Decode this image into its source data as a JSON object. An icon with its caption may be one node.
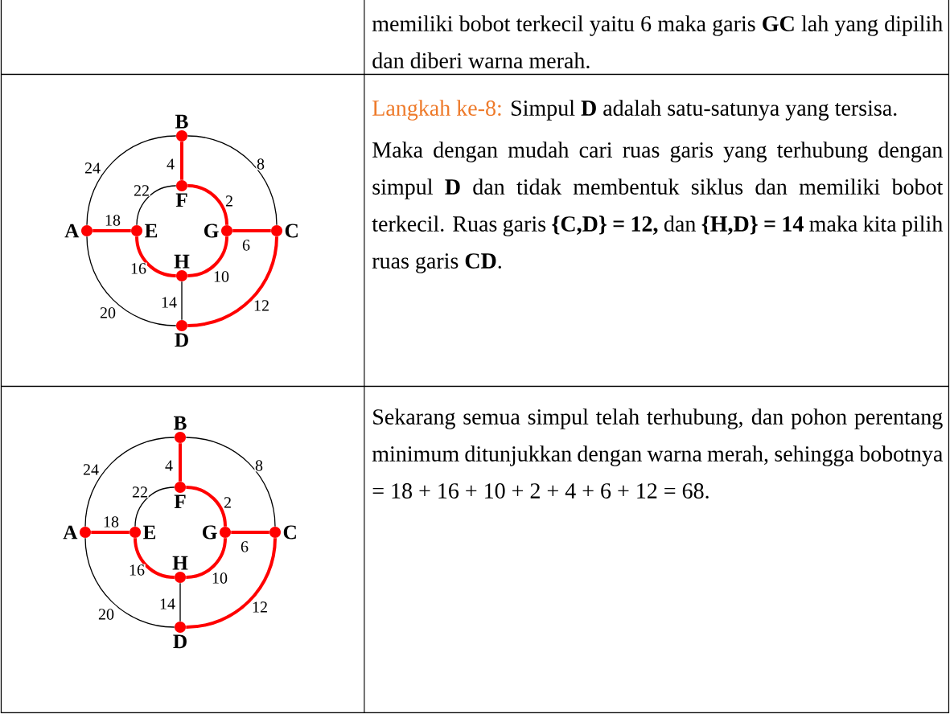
{
  "diagram": {
    "nodes": [
      {
        "text": [
          "A"
        ]
      },
      {
        "text": [
          "B"
        ]
      },
      {
        "text": [
          "C"
        ]
      },
      {
        "text": [
          "D"
        ]
      },
      {
        "text": [
          "E"
        ]
      },
      {
        "text": [
          "F"
        ]
      },
      {
        "text": [
          "G"
        ]
      },
      {
        "text": [
          "H"
        ]
      },
      {
        "text": [
          "A"
        ]
      },
      {
        "text": [
          "B"
        ]
      },
      {
        "text": [
          "C"
        ]
      },
      {
        "text": [
          "D"
        ]
      },
      {
        "text": [
          "E"
        ]
      },
      {
        "text": [
          "F"
        ]
      },
      {
        "text": [
          "G"
        ]
      },
      {
        "text": [
          "H"
        ]
      }
    ],
    "edges": [
      {
        "from": 0,
        "to": 1,
        "arrow": "none",
        "label": "24",
        "color": "#000000"
      },
      {
        "from": 1,
        "to": 2,
        "arrow": "none",
        "label": "8",
        "color": "#000000"
      },
      {
        "from": 2,
        "to": 3,
        "arrow": "none",
        "label": "12"
      },
      {
        "from": 3,
        "to": 0,
        "arrow": "none",
        "label": "20",
        "color": "#000000"
      },
      {
        "from": 4,
        "to": 5,
        "arrow": "none",
        "label": "22",
        "color": "#000000"
      },
      {
        "from": 5,
        "to": 6,
        "arrow": "none",
        "label": "2"
      },
      {
        "from": 6,
        "to": 7,
        "arrow": "none",
        "label": "10"
      },
      {
        "from": 7,
        "to": 4,
        "arrow": "none",
        "label": "16"
      },
      {
        "from": 0,
        "to": 4,
        "arrow": "none",
        "label": "18"
      },
      {
        "from": 1,
        "to": 5,
        "arrow": "none",
        "label": "4"
      },
      {
        "from": 2,
        "to": 6,
        "arrow": "none",
        "label": "6"
      },
      {
        "from": 7,
        "to": 3,
        "arrow": "none",
        "label": "14",
        "color": "#000000"
      },
      {
        "from": 8,
        "to": 9,
        "arrow": "none",
        "label": "24",
        "color": "#000000"
      },
      {
        "from": 9,
        "to": 10,
        "arrow": "none",
        "label": "8",
        "color": "#000000"
      },
      {
        "from": 10,
        "to": 11,
        "arrow": "none",
        "label": "12"
      },
      {
        "from": 11,
        "to": 8,
        "arrow": "none",
        "label": "20",
        "color": "#000000"
      },
      {
        "from": 12,
        "to": 13,
        "arrow": "none",
        "label": "22",
        "color": "#000000"
      },
      {
        "from": 13,
        "to": 14,
        "arrow": "none",
        "label": "2"
      },
      {
        "from": 14,
        "to": 15,
        "arrow": "none",
        "label": "10"
      },
      {
        "from": 15,
        "to": 12,
        "arrow": "none",
        "label": "16"
      },
      {
        "from": 8,
        "to": 12,
        "arrow": "none",
        "label": "18"
      },
      {
        "from": 9,
        "to": 13,
        "arrow": "none",
        "label": "4"
      },
      {
        "from": 10,
        "to": 14,
        "arrow": "none",
        "label": "6"
      },
      {
        "from": 15,
        "to": 11,
        "arrow": "none",
        "label": "14",
        "color": "#000000"
      }
    ],
    "labels": [
      "memiliki bobot terkecil yaitu 6 maka garis **GC** lah yang dipilih dan diberi warna merah.",
      "Langkah ke-8:",
      "Simpul **D** adalah satu-satunya yang tersisa.",
      "Maka dengan mudah cari ruas garis yang terhubung dengan simpul **D** dan tidak membentuk siklus dan memiliki bobot terkecil.  Ruas garis **{C,D} = 12,** dan **{H,D} = 14** maka kita pilih ruas garis **CD**.",
      "Sekarang semua simpul telah terhubung, dan pohon perentang minimum ditunjukkan dengan warna merah, sehingga bobotnya = 18 + 16 + 10 + 2 + 4 + 6 + 12 = 68."
    ]
  }
}
